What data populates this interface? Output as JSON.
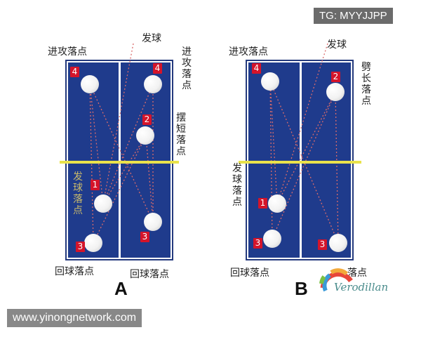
{
  "watermark_top": "TG: MYYJJPP",
  "watermark_bottom": "www.yinongnetwork.com",
  "brand": "Verodillan",
  "colors": {
    "table": "#1f3b8c",
    "net": "#e9e24b",
    "badge": "#d4142a",
    "trajectory": "#d96b6b"
  },
  "diagram_a": {
    "letter": "A",
    "serve_label": "发球",
    "attack_top_left": "进攻落点",
    "attack_top_right": "进攻落点",
    "short_label": "摆短落点",
    "serve_point_label": "发球落点",
    "return_left": "回球落点",
    "return_right": "回球落点",
    "badges": [
      "4",
      "4",
      "2",
      "1",
      "3",
      "3"
    ]
  },
  "diagram_b": {
    "letter": "B",
    "serve_label": "发球",
    "attack_top_left": "进攻落点",
    "long_label": "劈长落点",
    "serve_point_label": "发球落点",
    "return_left": "回球落点",
    "return_right": "落点",
    "badges": [
      "4",
      "2",
      "1",
      "3",
      "3"
    ]
  }
}
